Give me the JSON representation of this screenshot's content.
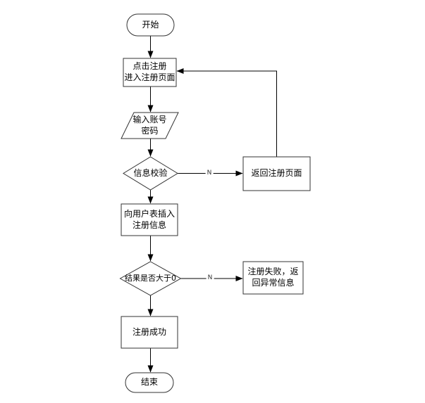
{
  "flowchart": {
    "nodes": {
      "start": {
        "type": "terminator",
        "label": "开始"
      },
      "click_register": {
        "type": "process",
        "label": "点击注册\n进入注册页面"
      },
      "input_credentials": {
        "type": "input-output",
        "label": "输入账号\n密码"
      },
      "verify_info": {
        "type": "decision",
        "label": "信息校验"
      },
      "return_register_page": {
        "type": "process",
        "label": "返回注册页面"
      },
      "insert_user_table": {
        "type": "process",
        "label": "向用户表插入\n注册信息"
      },
      "result_gt_zero": {
        "type": "decision",
        "label": "结果是否大于0"
      },
      "register_failed": {
        "type": "process",
        "label": "注册失败，返\n回异常信息"
      },
      "register_success": {
        "type": "process",
        "label": "注册成功"
      },
      "end": {
        "type": "terminator",
        "label": "结束"
      }
    },
    "edges": {
      "verify_no_label": "N",
      "result_no_label": "N"
    },
    "colors": {
      "background": "#ffffff",
      "node_fill": "#ffffff",
      "node_stroke": "#333333",
      "edge_stroke": "#000000",
      "text": "#000000",
      "edge_label_text": "#333333"
    }
  }
}
